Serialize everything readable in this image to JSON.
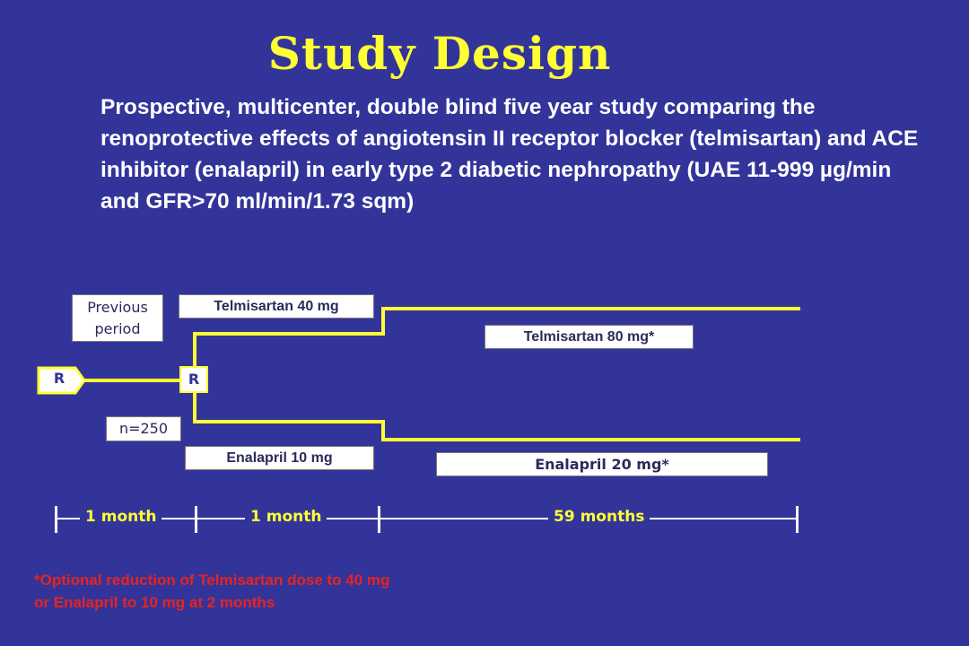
{
  "slide": {
    "title": "Study Design",
    "description": "Prospective, multicenter, double blind five year study comparing the renoprotective effects of angiotensin II receptor blocker (telmisartan) and ACE inhibitor (enalapril) in early type 2 diabetic nephropathy (UAE 11-999 µg/min and GFR>70 ml/min/1.73 sqm)"
  },
  "diagram": {
    "previous_period": "Previous period",
    "telmisartan_40": "Telmisartan 40 mg",
    "telmisartan_80": "Telmisartan 80 mg*",
    "enalapril_10": "Enalapril 10 mg",
    "enalapril_20": "Enalapril 20 mg*",
    "n_label": "n=250",
    "r1": "R",
    "r2": "R"
  },
  "timeline": {
    "seg1": "1 month",
    "seg2": "1 month",
    "seg3": "59 months"
  },
  "footnote": {
    "line1": "*Optional reduction of Telmisartan dose to 40 mg",
    "line2": "or Enalapril to 10 mg at 2 months"
  }
}
